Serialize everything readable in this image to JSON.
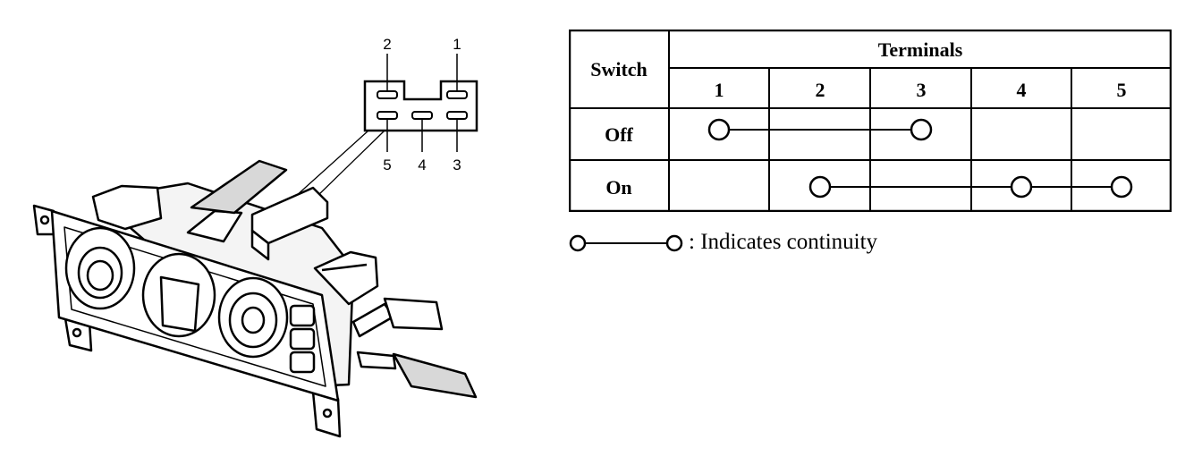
{
  "connector": {
    "pins_top": [
      "2",
      "1"
    ],
    "pins_bottom": [
      "5",
      "4",
      "3"
    ]
  },
  "table": {
    "switch_header": "Switch",
    "terminals_header": "Terminals",
    "terminal_labels": [
      "1",
      "2",
      "3",
      "4",
      "5"
    ],
    "rows": [
      {
        "label": "Off",
        "continuity": [
          1,
          3
        ]
      },
      {
        "label": "On",
        "continuity": [
          2,
          4,
          5
        ]
      }
    ]
  },
  "legend": {
    "text": ": Indicates continuity"
  }
}
